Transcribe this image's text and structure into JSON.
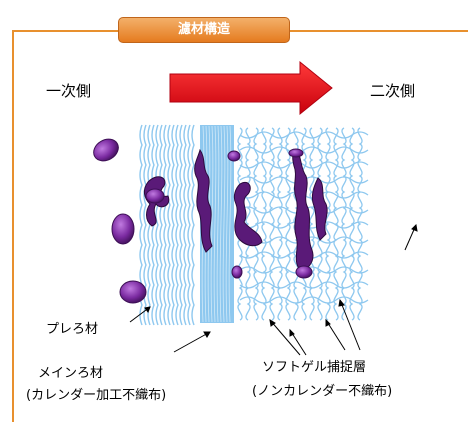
{
  "title": "濾材構造",
  "primary_side": "一次側",
  "secondary_side": "二次側",
  "labels": {
    "pre_filter": "プレろ材",
    "main_filter": "メインろ材",
    "main_filter_note": "(カレンダー加工不織布)",
    "soft_gel": "ソフトゲル捕捉層",
    "soft_gel_note": "(ノンカレンダー不織布)"
  },
  "colors": {
    "frame": "#e8902e",
    "flow_arrow": "#e8141c",
    "fiber": "#8ec8ef",
    "particle": "#7a2aa0",
    "gel": "#5a1a78"
  },
  "icons": [
    "flow-arrow-icon"
  ]
}
